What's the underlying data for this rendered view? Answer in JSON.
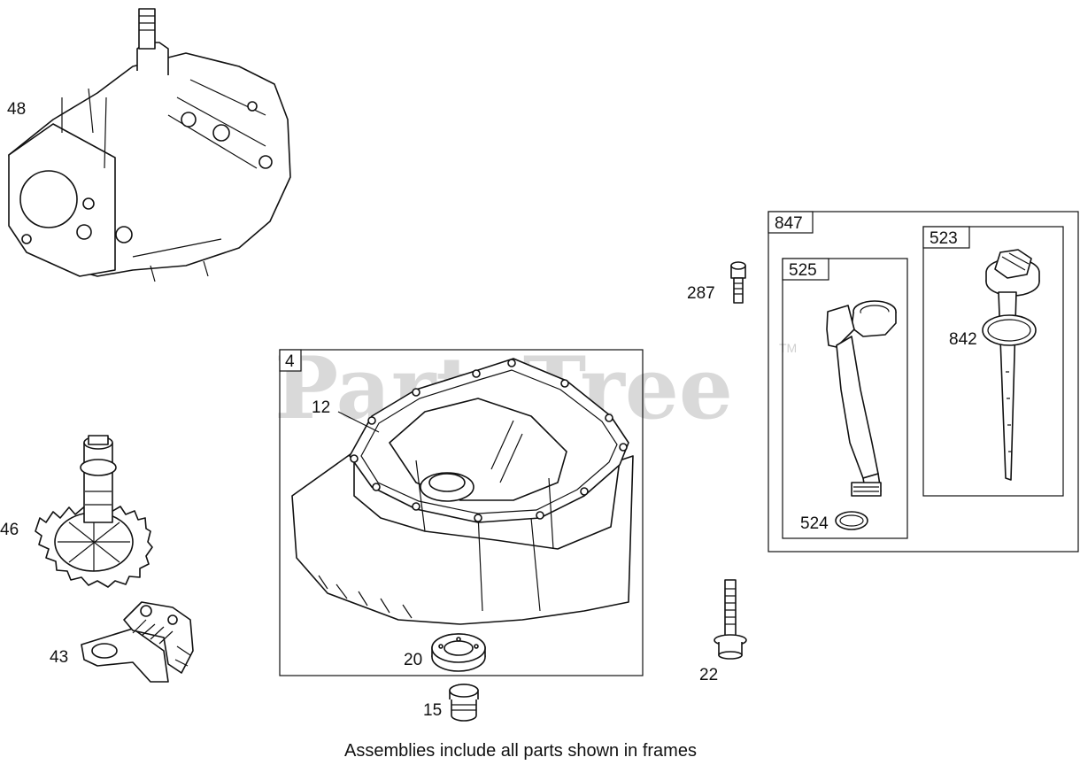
{
  "watermark": {
    "text": "PartsTree",
    "trademark": "TM"
  },
  "frames": {
    "crankcase_cover": "4",
    "dipstick_assembly": "847",
    "dipstick_tube": "525",
    "dipstick": "523"
  },
  "callouts": {
    "cylinder": "48",
    "camshaft": "46",
    "governor": "43",
    "gasket": "12",
    "oil_seal": "20",
    "plug": "15",
    "screw_287": "287",
    "screw_22": "22",
    "oring_524": "524",
    "oring_842": "842"
  },
  "caption": "Assemblies include all parts shown in frames"
}
